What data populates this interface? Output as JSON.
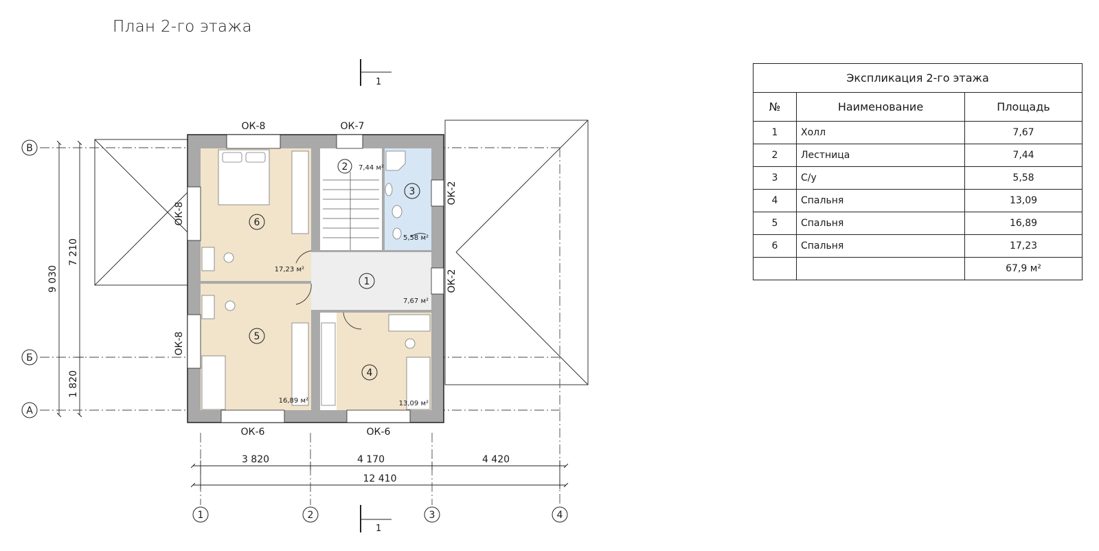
{
  "plan": {
    "title": "План 2-го этажа",
    "axes": {
      "vertical": [
        "1",
        "2",
        "3",
        "4"
      ],
      "horizontal": [
        "В",
        "Б",
        "А"
      ]
    },
    "dimensions": {
      "bottom_segments": [
        "3 820",
        "4 170",
        "4 420"
      ],
      "bottom_total": "12 410",
      "left_inner_total": "7 210",
      "left_inner_lower": "1 820",
      "left_outer_total": "9 030"
    },
    "section_marker": "1",
    "windows": {
      "top_left": "ОК-8",
      "top_mid": "ОК-7",
      "left_upper": "ОК-8",
      "left_lower": "ОК-8",
      "right_upper": "ОК-2",
      "right_lower": "ОК-2",
      "bottom_left": "ОК-6",
      "bottom_right": "ОК-6"
    },
    "rooms": [
      {
        "number": "1",
        "area": "7,67 м²",
        "fill": "#eeeeee"
      },
      {
        "number": "2",
        "area": "7,44 м²",
        "fill": "#ffffff"
      },
      {
        "number": "3",
        "area": "5,58 м²",
        "fill": "#d6e6f4"
      },
      {
        "number": "4",
        "area": "13,09 м²",
        "fill": "#f1e4cb"
      },
      {
        "number": "5",
        "area": "16,89 м²",
        "fill": "#f1e4cb"
      },
      {
        "number": "6",
        "area": "17,23 м²",
        "fill": "#f1e4cb"
      }
    ]
  },
  "explication": {
    "title": "Экспликация 2-го этажа",
    "headers": {
      "num": "№",
      "name": "Наименование",
      "area": "Площадь"
    },
    "rows": [
      {
        "num": "1",
        "name": "Холл",
        "area": "7,67"
      },
      {
        "num": "2",
        "name": "Лестница",
        "area": "7,44"
      },
      {
        "num": "3",
        "name": "С/у",
        "area": "5,58"
      },
      {
        "num": "4",
        "name": "Спальня",
        "area": "13,09"
      },
      {
        "num": "5",
        "name": "Спальня",
        "area": "16,89"
      },
      {
        "num": "6",
        "name": "Спальня",
        "area": "17,23"
      }
    ],
    "total": "67,9 м²"
  },
  "colors": {
    "wall": "#a9a9a9",
    "bedroom": "#f1e4cb",
    "bathroom": "#d6e6f4",
    "hall": "#eeeeee"
  }
}
